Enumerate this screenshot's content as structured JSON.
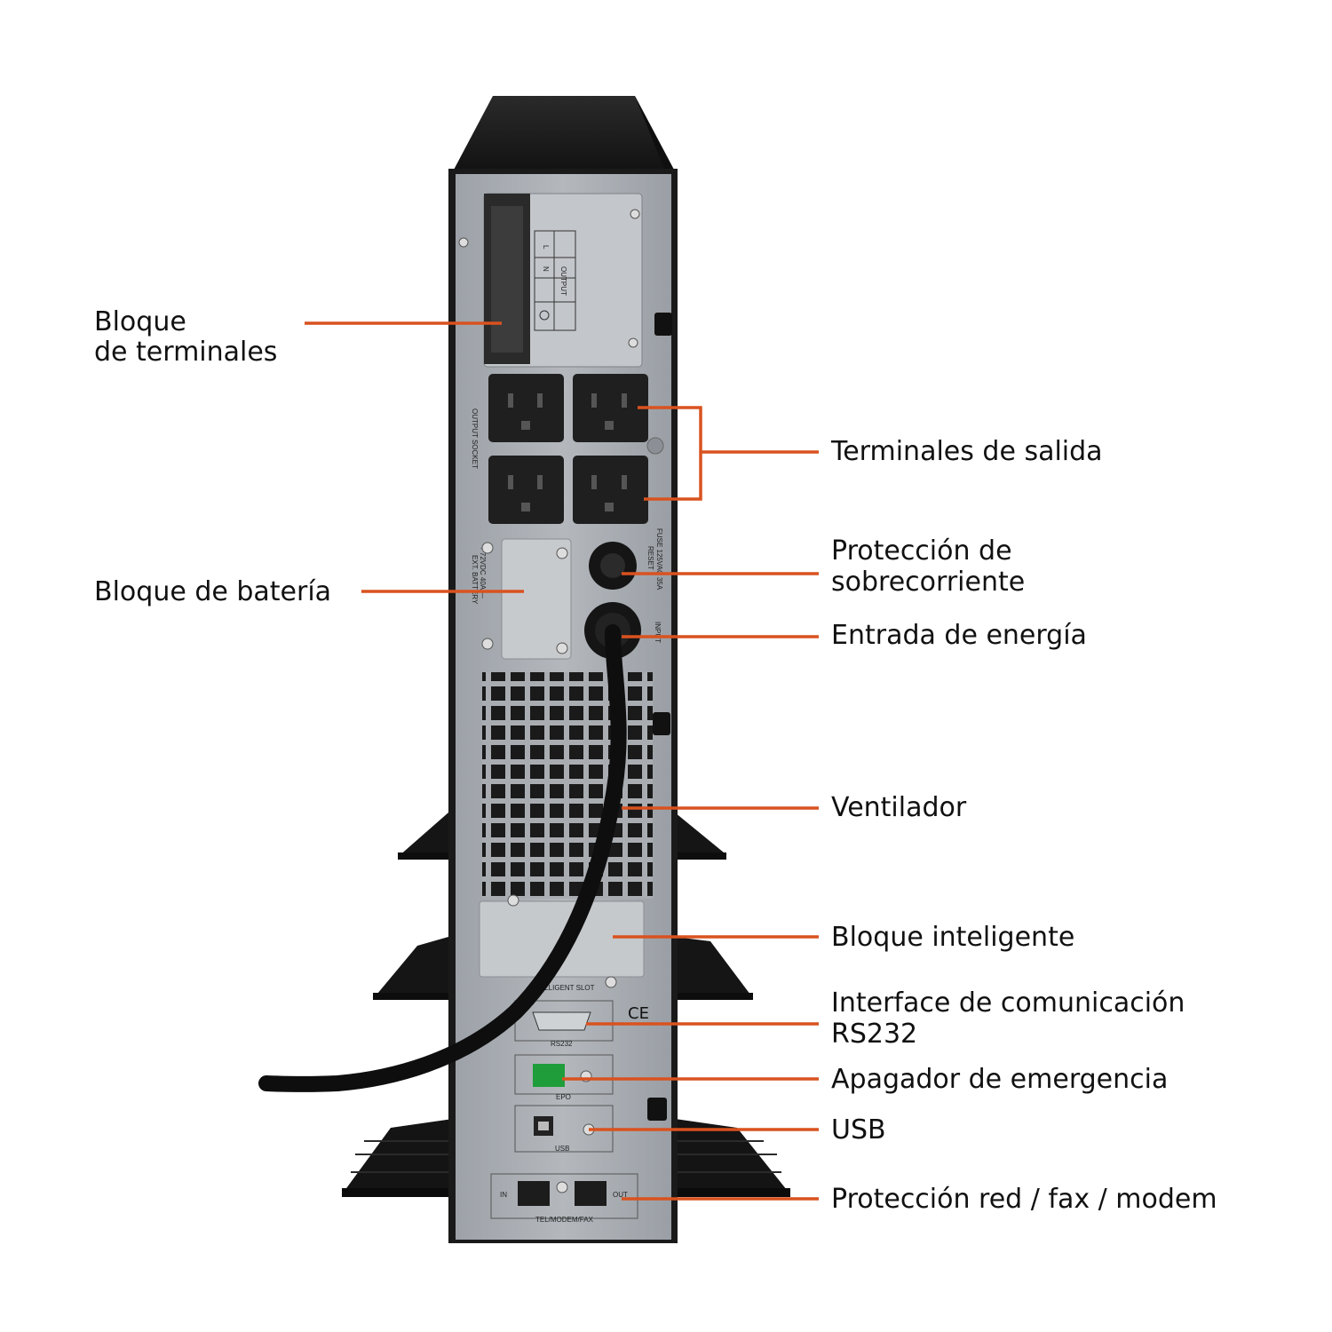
{
  "colors": {
    "leader": "#d9521f",
    "text": "#111111",
    "panel": "#a6abb1",
    "body": "#1c1c1c"
  },
  "callouts": {
    "terminal_block": [
      "Bloque",
      "de terminales"
    ],
    "output_sockets": "Terminales de salida",
    "battery_block": "Bloque de batería",
    "overcurrent": [
      "Protección de",
      "sobrecorriente"
    ],
    "power_input": "Entrada de energía",
    "fan": "Ventilador",
    "smart_block": "Bloque inteligente",
    "rs232": [
      "Interface de comunicación",
      "RS232"
    ],
    "epo": "Apagador de emergencia",
    "usb": "USB",
    "network": "Protección red / fax / modem"
  },
  "device_labels": {
    "output": "OUTPUT",
    "l": "L",
    "n": "N",
    "output_socket": "OUTPUT SOCKET",
    "fuse": "FUSE 125VAC 35A",
    "reset": "RESET",
    "input": "INPUT",
    "battery": "+ 72VDC 40A —",
    "ext_battery": "EXT. BATTERY",
    "slot": "INTELLIGENT SLOT",
    "ce": "CE",
    "rs232": "RS232",
    "epo": "EPO",
    "usb": "USB",
    "in": "IN",
    "out": "OUT",
    "tel": "TEL/MODEM/FAX"
  }
}
